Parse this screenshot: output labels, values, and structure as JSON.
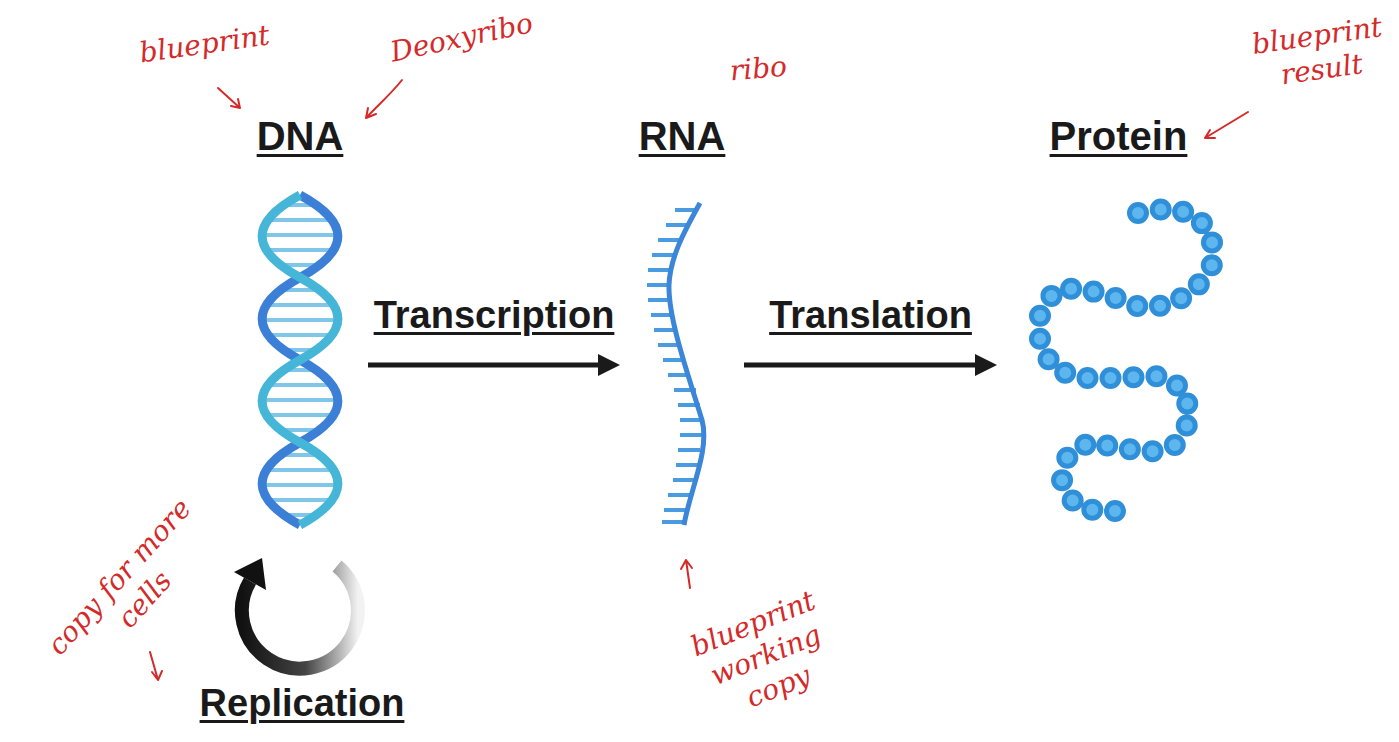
{
  "diagram": {
    "nodes": [
      {
        "text": [
          "DNA"
        ]
      },
      {
        "text": [
          "RNA"
        ]
      },
      {
        "text": [
          "Protein"
        ]
      }
    ],
    "edges": [
      {
        "from": 0,
        "to": 1,
        "arrow": "to",
        "label": "Transcription"
      },
      {
        "from": 1,
        "to": 2,
        "arrow": "to",
        "label": "Translation"
      }
    ],
    "labels": [
      "Replication",
      "blueprint",
      "Deoxyribo",
      "ribo",
      "blueprint result",
      "copy for more cells",
      "blueprint working copy"
    ]
  }
}
